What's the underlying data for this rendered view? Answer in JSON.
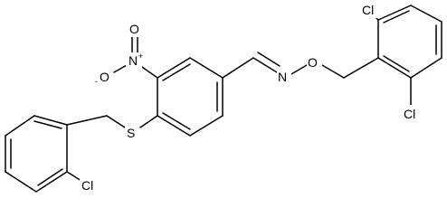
{
  "molecule": {
    "atoms": {
      "O_nitro_top": "O",
      "N_nitro": "N",
      "O_nitro_left": "O",
      "S_thioether": "S",
      "Cl_lower_left": "Cl",
      "N_oxime": "N",
      "O_oxime": "O",
      "Cl_top_right": "Cl",
      "Cl_bottom_right": "Cl"
    },
    "charges": {
      "N_nitro": "+",
      "O_nitro_left": "-"
    }
  }
}
